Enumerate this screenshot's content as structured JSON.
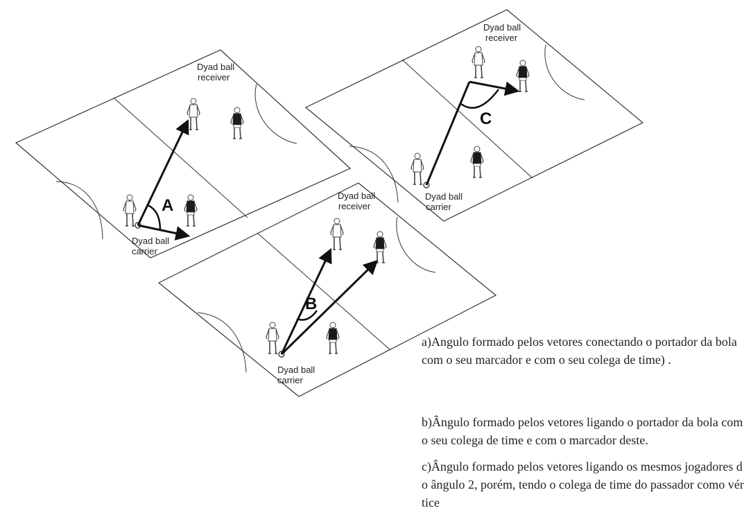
{
  "panels": [
    {
      "id": "a",
      "angle_label": "A",
      "receiver_label": [
        "Dyad ball",
        "receiver"
      ],
      "carrier_label": [
        "Dyad ball",
        "carrier"
      ]
    },
    {
      "id": "b",
      "angle_label": "B",
      "receiver_label": [
        "Dyad ball",
        "receiver"
      ],
      "carrier_label": [
        "Dyad ball",
        "carrier"
      ]
    },
    {
      "id": "c",
      "angle_label": "C",
      "receiver_label": [
        "Dyad ball",
        "receiver"
      ],
      "carrier_label": [
        "Dyad ball",
        "carrier"
      ]
    }
  ],
  "captions": {
    "a": "a)Angulo formado pelos vetores conectando o portador da bola com o seu marcador e com o seu colega de time) .",
    "b": "b)Ângulo formado pelos vetores ligando o portador da bola com o seu colega de time e com o marcador deste.",
    "c": "c)Ângulo formado pelos vetores ligando os mesmos jogadores do ângulo 2, porém, tendo o colega de time do passador como vértice"
  },
  "colors": {
    "line": "#333333",
    "vector": "#111111",
    "defender_shirt": "#1a1a1a"
  }
}
